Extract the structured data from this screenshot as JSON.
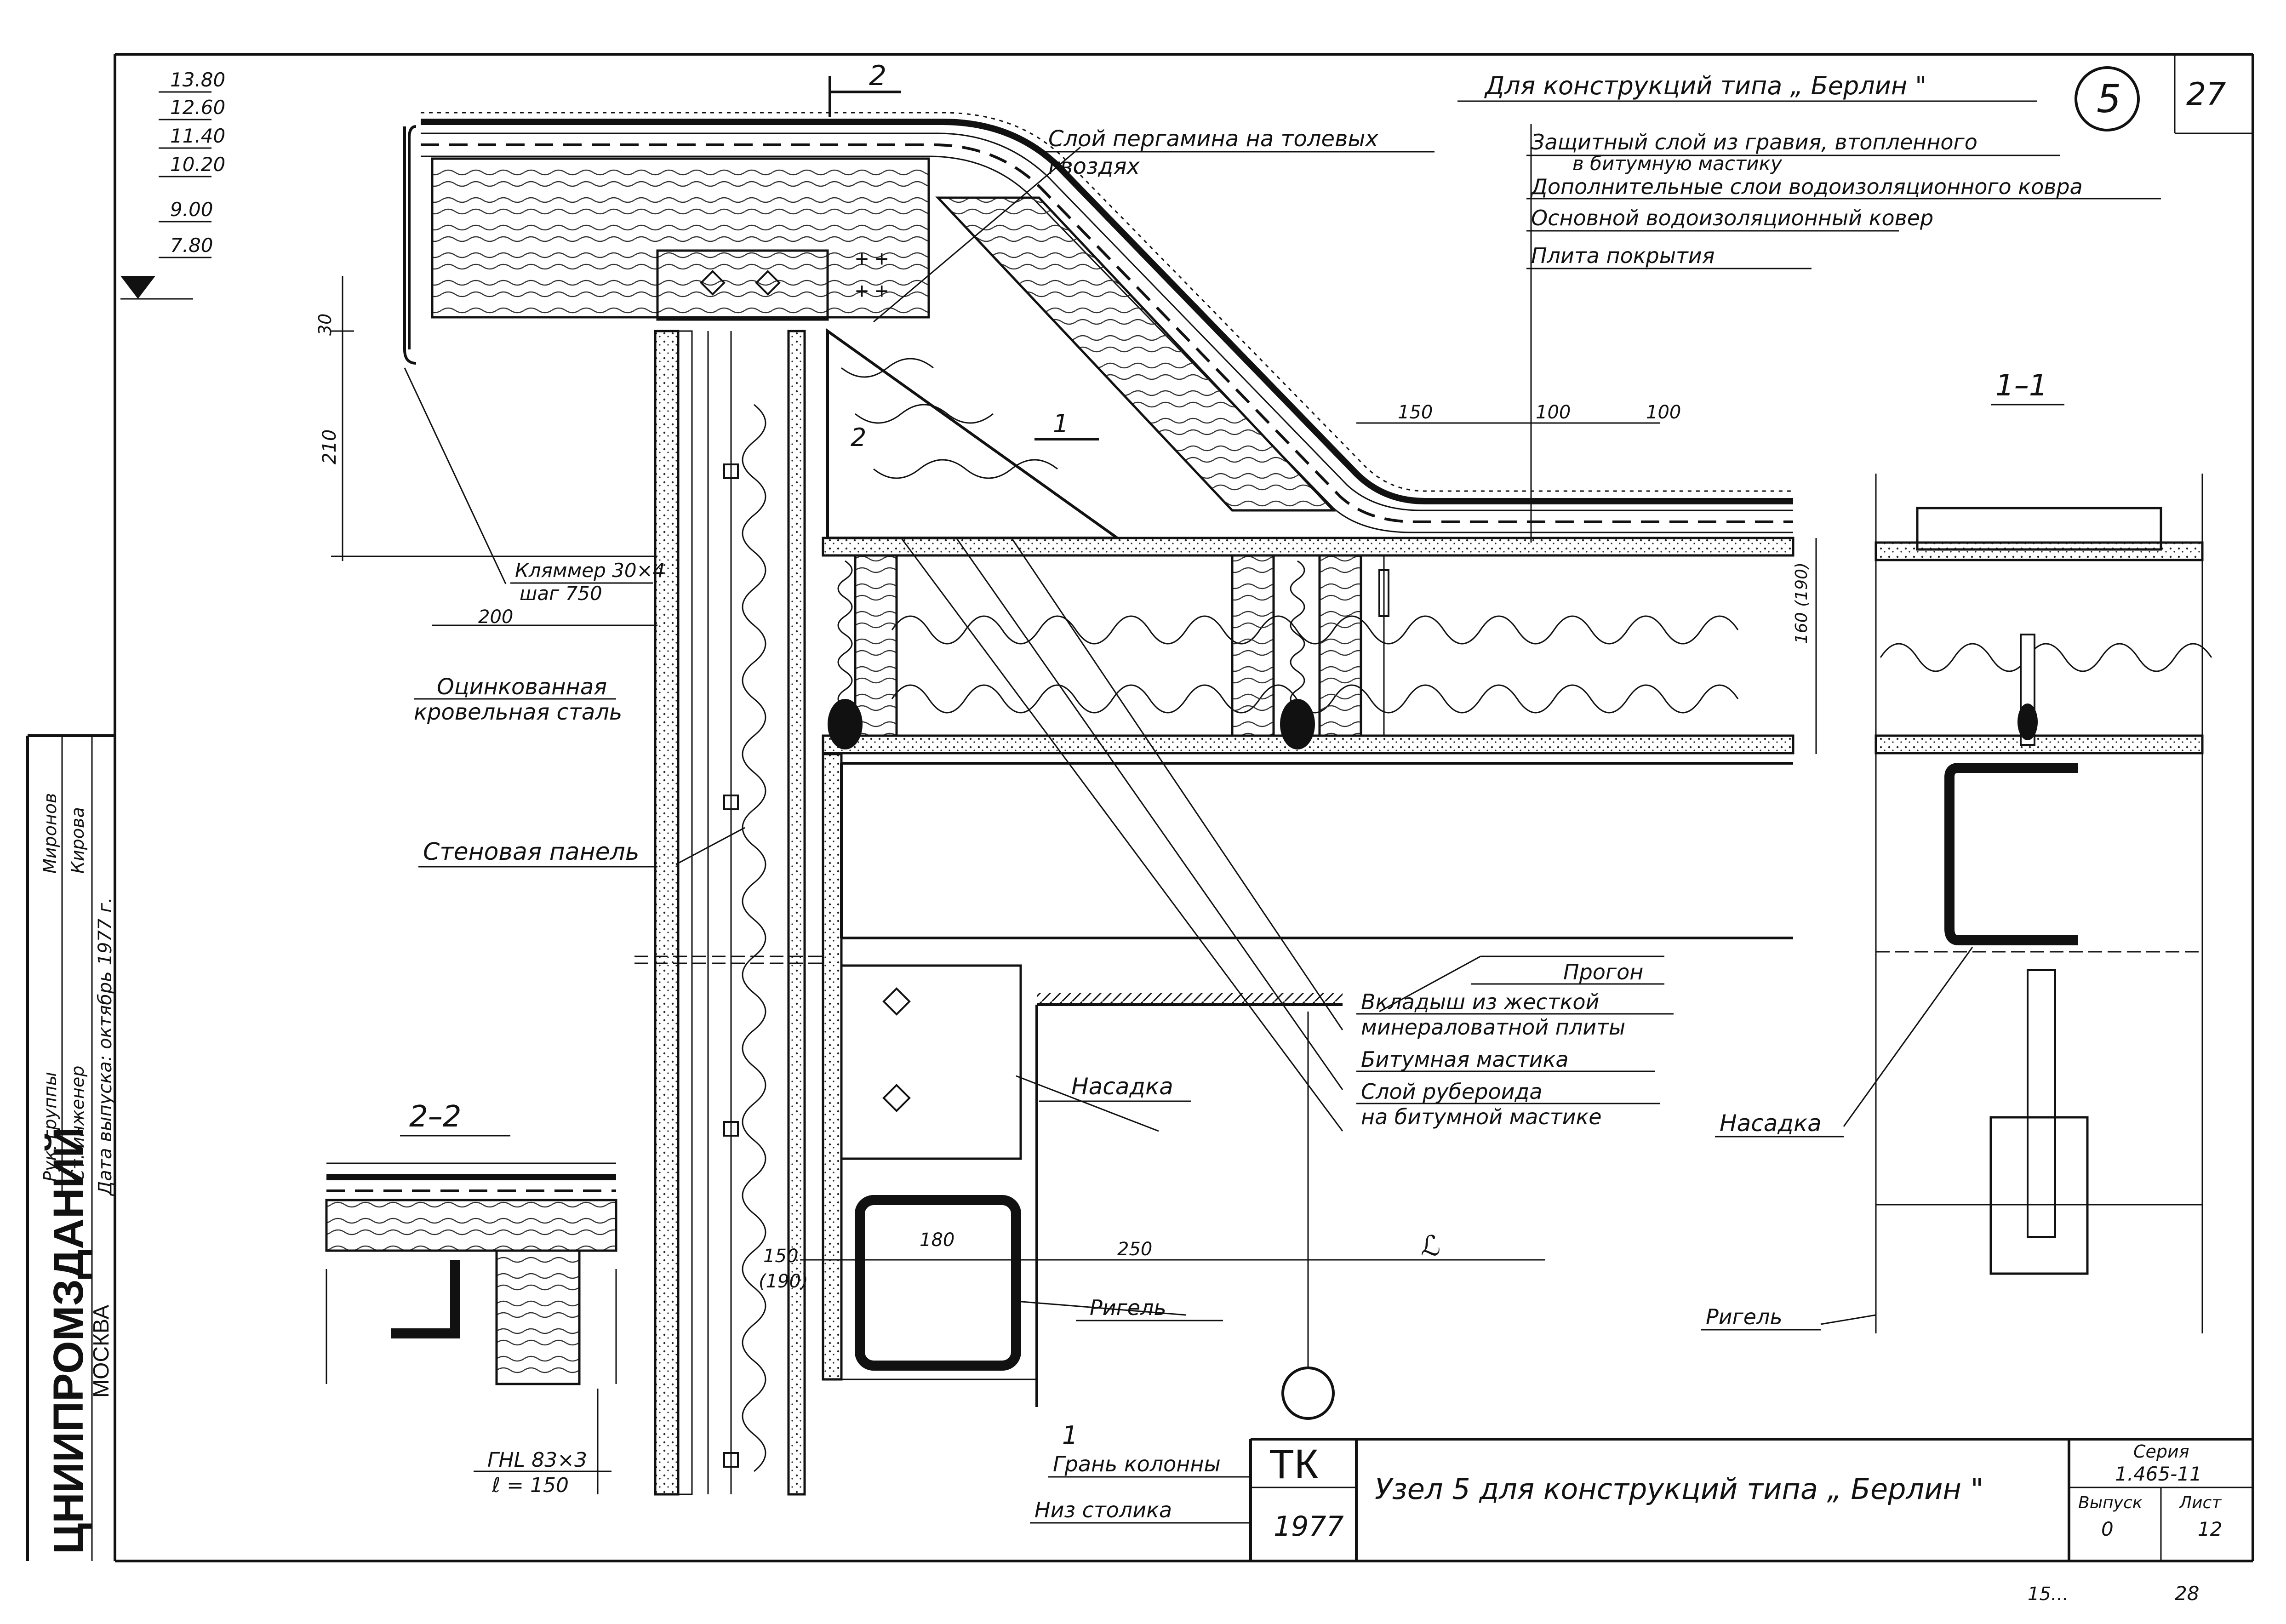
{
  "header": {
    "construction_type": "Для конструкций типа „ Берлин \"",
    "node_number": "5",
    "sheet_number": "27"
  },
  "levels": [
    "13.80",
    "12.60",
    "11.40",
    "10.20",
    "9.00",
    "7.80"
  ],
  "section_marks": {
    "top": "2",
    "mark_1": "1",
    "mark_2": "2",
    "section_1_1": "1–1",
    "section_2_2": "2–2",
    "bottom_1": "1"
  },
  "layers": {
    "gravel": "Защитный слой из гравия, втопленного",
    "gravel_2": "в битумную мастику",
    "extra_waterproof": "Дополнительные слои водоизоляционного ковра",
    "main_waterproof": "Основной водоизоляционный ковер",
    "slab": "Плита покрытия"
  },
  "labels": {
    "pergamin": "Слой пергамина на толевых",
    "pergamin_2": "гвоздях",
    "clamp": "Кляммер 30×4",
    "clamp_step": "шаг 750",
    "galvanized": "Оцинкованная",
    "galvanized_2": "кровельная сталь",
    "wall_panel": "Стеновая панель",
    "purlin": "Прогон",
    "insert": "Вкладыш из жесткой",
    "insert_2": "минераловатной плиты",
    "bitumen": "Битумная мастика",
    "ruberoid": "Слой рубероида",
    "ruberoid_2": "на битумной мастике",
    "nasadka_left": "Насадка",
    "nasadka_right": "Насадка",
    "rigel_left": "Ригель",
    "rigel_right": "Ригель",
    "column_face": "Грань колонны",
    "table_bottom": "Низ столика",
    "angle": "ГНL 83×3",
    "angle_len": "ℓ = 150",
    "span": "ℒ"
  },
  "dimensions": {
    "d30": "30",
    "d210": "210",
    "d200": "200",
    "d150a": "150",
    "d100a": "100",
    "d100b": "100",
    "d160": "160 (190)",
    "d150b": "150",
    "d190": "(190)",
    "d180": "180",
    "d250": "250"
  },
  "title_block": {
    "org": "ЦНИИПРОМЗДАНИЙ",
    "city": "МОСКВА",
    "tk": "ТК",
    "year": "1977",
    "title": "Узел 5 для конструкций типа „ Берлин \"",
    "series_label": "Серия",
    "series": "1.465-11",
    "issue_label": "Выпуск",
    "issue": "0",
    "sheet_label": "Лист",
    "sheet": "12",
    "bottom_note": "28",
    "bottom_note_left": "15..."
  },
  "signatures": {
    "rows": [
      {
        "role": "Рук. группы",
        "name": "Миронов"
      },
      {
        "role": "Ст. инженер",
        "name": "Кирова"
      }
    ],
    "date": "Дата выпуска: октябрь 1977 г."
  }
}
